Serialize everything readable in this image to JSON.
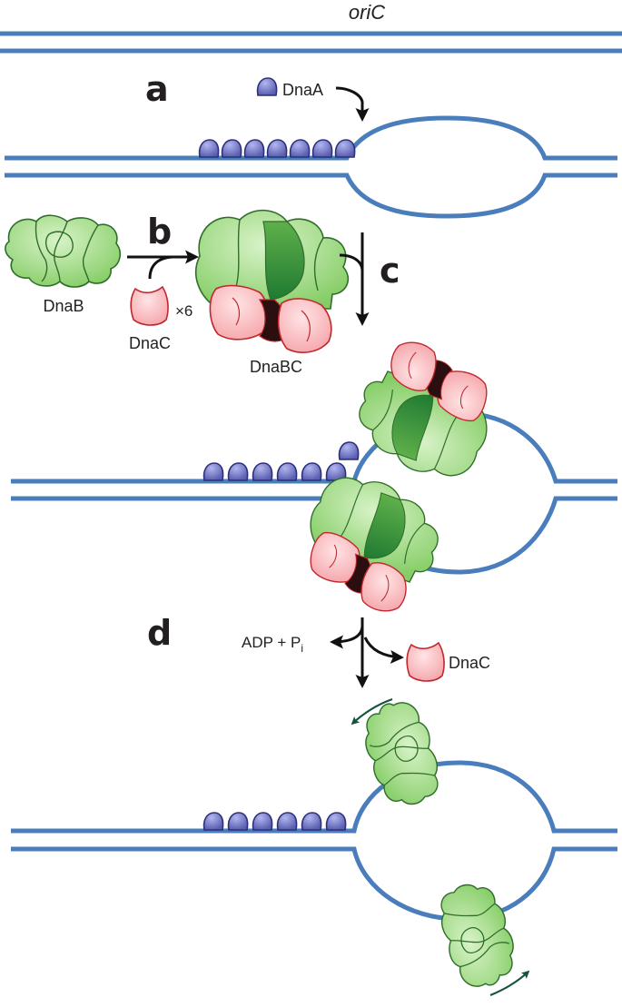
{
  "origin_label": "oriC",
  "steps": {
    "a": "a",
    "b": "b",
    "c": "c",
    "d": "d"
  },
  "labels": {
    "dnaa": "DnaA",
    "dnab": "DnaB",
    "dnac": "DnaC",
    "dnac_count": "×6",
    "dnabc": "DnaBC",
    "adp": "ADP + P",
    "pi_sub": "i",
    "dnac_released": "DnaC"
  },
  "colors": {
    "dna": "#4a7dbb",
    "dnaa": "#7479c2",
    "dnab": "#9bd87e",
    "dnac": "#f7b5b8",
    "motion_arrow": "#15543a"
  }
}
